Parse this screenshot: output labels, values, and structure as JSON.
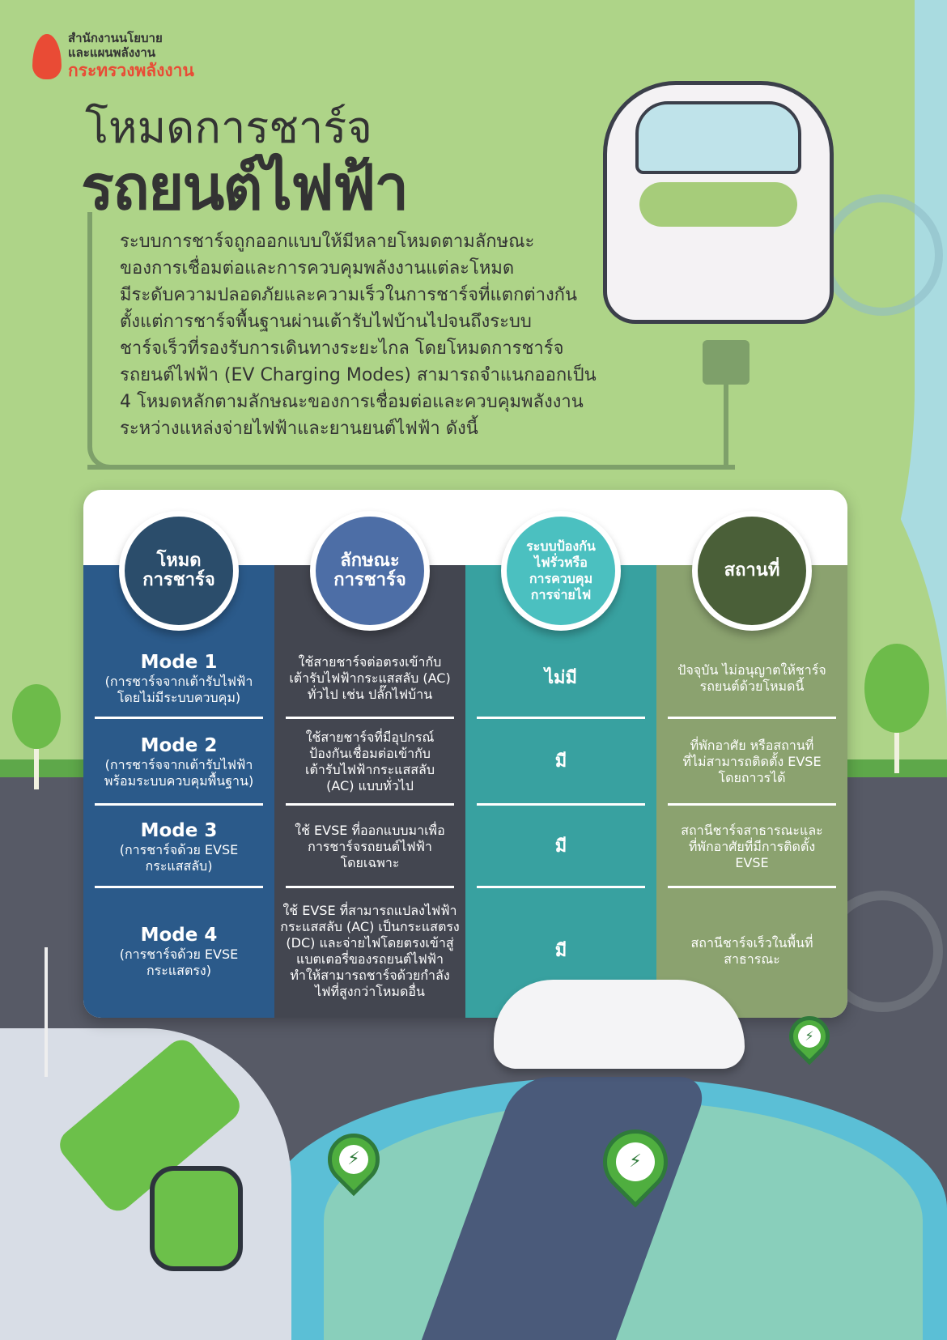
{
  "logo": {
    "line1": "สำนักงานนโยบาย",
    "line2": "และแผนพลังงาน",
    "line3": "กระทรวงพลังงาน"
  },
  "title": {
    "line1": "โหมดการชาร์จ",
    "line2": "รถยนต์ไฟฟ้า"
  },
  "intro": [
    "ระบบการชาร์จถูกออกแบบให้มีหลายโหมดตามลักษณะ",
    "ของการเชื่อมต่อและการควบคุมพลังงานแต่ละโหมด",
    "มีระดับความปลอดภัยและความเร็วในการชาร์จที่แตกต่างกัน",
    "ตั้งแต่การชาร์จพื้นฐานผ่านเต้ารับไฟบ้านไปจนถึงระบบ",
    "ชาร์จเร็วที่รองรับการเดินทางระยะไกล โดยโหมดการชาร์จ",
    "รถยนต์ไฟฟ้า (EV Charging Modes) สามารถจำแนกออกเป็น",
    "4 โหมดหลักตามลักษณะของการเชื่อมต่อและควบคุมพลังงาน",
    "ระหว่างแหล่งจ่ายไฟฟ้าและยานยนต์ไฟฟ้า ดังนี้"
  ],
  "table": {
    "headers": [
      "โหมด\nการชาร์จ",
      "ลักษณะ\nการชาร์จ",
      "ระบบป้องกัน\nไฟรั่วหรือ\nการควบคุม\nการจ่ายไฟ",
      "สถานที่"
    ],
    "header_colors": [
      "#2b4d6b",
      "#4d6ea6",
      "#4bc0c0",
      "#4a5f38"
    ],
    "rows": [
      {
        "mode": "Mode 1",
        "mode_desc": "(การชาร์จจากเต้ารับไฟฟ้า\nโดยไม่มีระบบควบคุม)",
        "characteristic": "ใช้สายชาร์จต่อตรงเข้ากับ\nเต้ารับไฟฟ้ากระแสสลับ (AC)\nทั่วไป เช่น ปลั๊กไฟบ้าน",
        "protection": "ไม่มี",
        "location": "ปัจจุบัน ไม่อนุญาตให้ชาร์จ\nรถยนต์ด้วยโหมดนี้"
      },
      {
        "mode": "Mode 2",
        "mode_desc": "(การชาร์จจากเต้ารับไฟฟ้า\nพร้อมระบบควบคุมพื้นฐาน)",
        "characteristic": "ใช้สายชาร์จที่มีอุปกรณ์\nป้องกันเชื่อมต่อเข้ากับ\nเต้ารับไฟฟ้ากระแสสลับ\n(AC) แบบทั่วไป",
        "protection": "มี",
        "location": "ที่พักอาศัย หรือสถานที่\nที่ไม่สามารถติดตั้ง EVSE\nโดยถาวรได้"
      },
      {
        "mode": "Mode 3",
        "mode_desc": "(การชาร์จด้วย EVSE\nกระแสสลับ)",
        "characteristic": "ใช้ EVSE ที่ออกแบบมาเพื่อ\nการชาร์จรถยนต์ไฟฟ้า\nโดยเฉพาะ",
        "protection": "มี",
        "location": "สถานีชาร์จสาธารณะและ\nที่พักอาศัยที่มีการติดตั้ง\nEVSE"
      },
      {
        "mode": "Mode 4",
        "mode_desc": "(การชาร์จด้วย EVSE\nกระแสตรง)",
        "characteristic": "ใช้ EVSE ที่สามารถแปลงไฟฟ้า\nกระแสสลับ (AC) เป็นกระแสตรง\n(DC) และจ่ายไฟโดยตรงเข้าสู่\nแบตเตอรี่ของรถยนต์ไฟฟ้า\nทำให้สามารถชาร์จด้วยกำลัง\nไฟที่สูงกว่าโหมดอื่น",
        "protection": "มี",
        "location": "สถานีชาร์จเร็วในพื้นที่\nสาธารณะ"
      }
    ]
  },
  "icons": {
    "charge_pin": "⚡"
  }
}
